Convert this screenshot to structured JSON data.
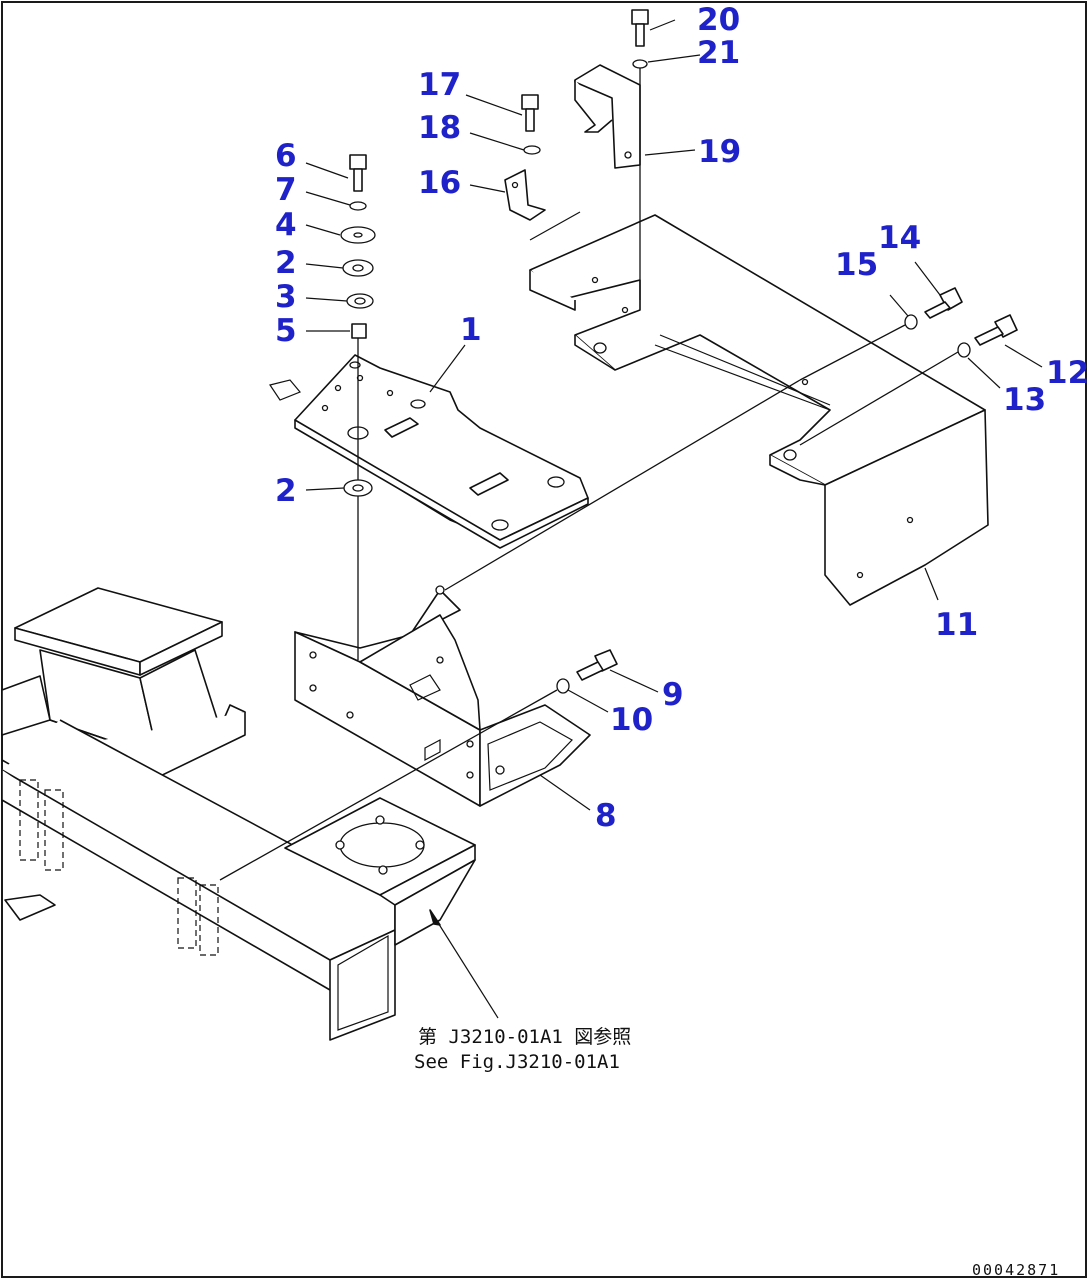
{
  "parts": [
    {
      "id": "p1",
      "label": "1"
    },
    {
      "id": "p2a",
      "label": "2"
    },
    {
      "id": "p2b",
      "label": "2"
    },
    {
      "id": "p3",
      "label": "3"
    },
    {
      "id": "p4",
      "label": "4"
    },
    {
      "id": "p5",
      "label": "5"
    },
    {
      "id": "p6",
      "label": "6"
    },
    {
      "id": "p7",
      "label": "7"
    },
    {
      "id": "p8",
      "label": "8"
    },
    {
      "id": "p9",
      "label": "9"
    },
    {
      "id": "p10",
      "label": "10"
    },
    {
      "id": "p11",
      "label": "11"
    },
    {
      "id": "p12",
      "label": "12"
    },
    {
      "id": "p13",
      "label": "13"
    },
    {
      "id": "p14",
      "label": "14"
    },
    {
      "id": "p15",
      "label": "15"
    },
    {
      "id": "p16",
      "label": "16"
    },
    {
      "id": "p17",
      "label": "17"
    },
    {
      "id": "p18",
      "label": "18"
    },
    {
      "id": "p19",
      "label": "19"
    },
    {
      "id": "p20",
      "label": "20"
    },
    {
      "id": "p21",
      "label": "21"
    }
  ],
  "reference": {
    "jp": "第 J3210-01A1 図参照",
    "en": "See Fig.J3210-01A1"
  },
  "drawing_code": "00042871",
  "colors": {
    "label": "#1f22c9",
    "line": "#111111",
    "background": "#ffffff"
  }
}
